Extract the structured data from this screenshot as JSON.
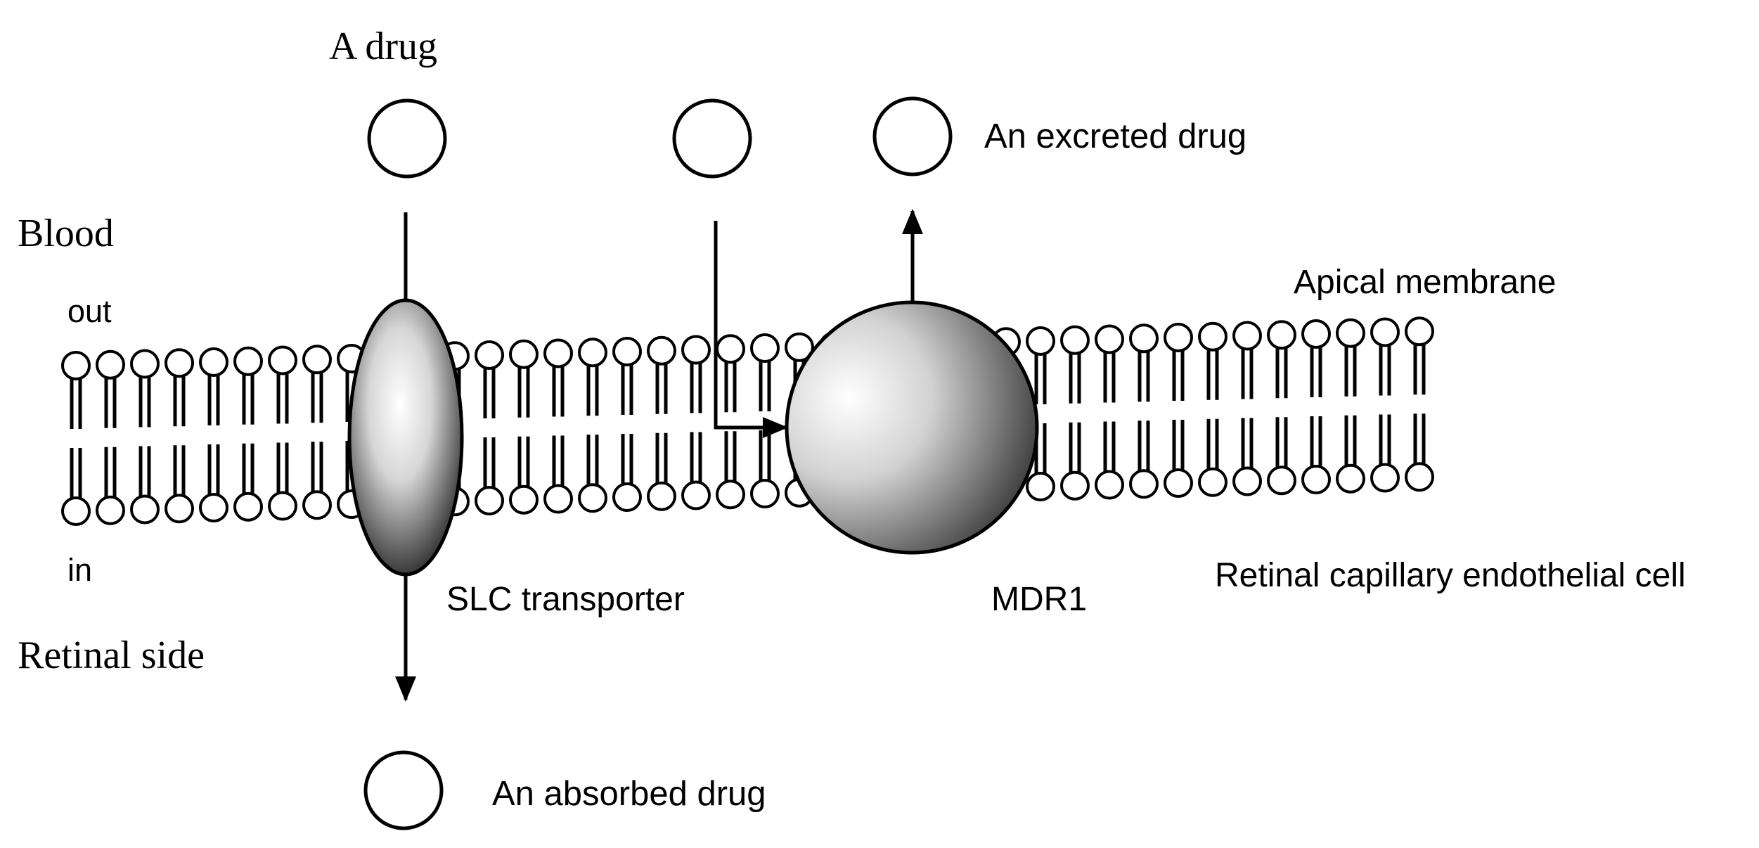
{
  "labels": {
    "drug": "A drug",
    "blood": "Blood",
    "out": "out",
    "in": "in",
    "retinal_side": "Retinal side",
    "excreted": "An excreted drug",
    "apical": "Apical membrane",
    "slc": "SLC transporter",
    "mdr1": "MDR1",
    "cell": "Retinal capillary endothelial cell",
    "absorbed": "An absorbed drug"
  },
  "colors": {
    "ink": "#000000",
    "background": "#ffffff",
    "protein_light": "#ffffff",
    "protein_dark": "#3a3a3a"
  },
  "icons": {
    "drug_molecule": "circle-outline",
    "slc_transporter": "shaded-ellipse",
    "mdr1": "shaded-sphere",
    "lipid": "phospholipid-head-with-tails"
  }
}
